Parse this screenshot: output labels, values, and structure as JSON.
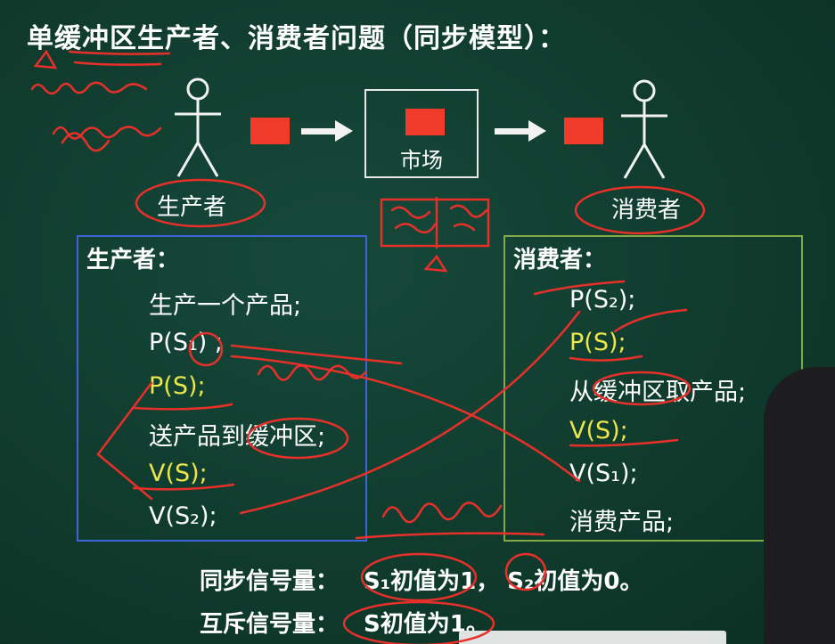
{
  "title": "单缓冲区生产者、消费者问题（同步模型）：",
  "diagram": {
    "market_label": "市场",
    "producer_label": "生产者",
    "consumer_label": "消费者"
  },
  "producer_panel": {
    "title": "生产者：",
    "lines": [
      "生产一个产品;",
      "P(S₁) ;",
      "P(S);",
      "送产品到缓冲区;",
      "V(S);",
      "V(S₂);"
    ]
  },
  "consumer_panel": {
    "title": "消费者：",
    "lines": [
      "P(S₂);",
      "P(S);",
      "从缓冲区取产品;",
      "V(S);",
      "V(S₁);",
      "消费产品;"
    ]
  },
  "footer": {
    "sync_label": "同步信号量：",
    "sync_value": "S₁初值为1，  S₂初值为0。",
    "mutex_label": "互斥信号量：",
    "mutex_value": "S初值为1。"
  },
  "colors": {
    "board": "#0f3a2c",
    "red_box": "#f03a2a",
    "producer_border": "#3f63d8",
    "consumer_border": "#7faa45",
    "yellow_text": "#ece64a",
    "annotation_red": "#e8302a"
  }
}
